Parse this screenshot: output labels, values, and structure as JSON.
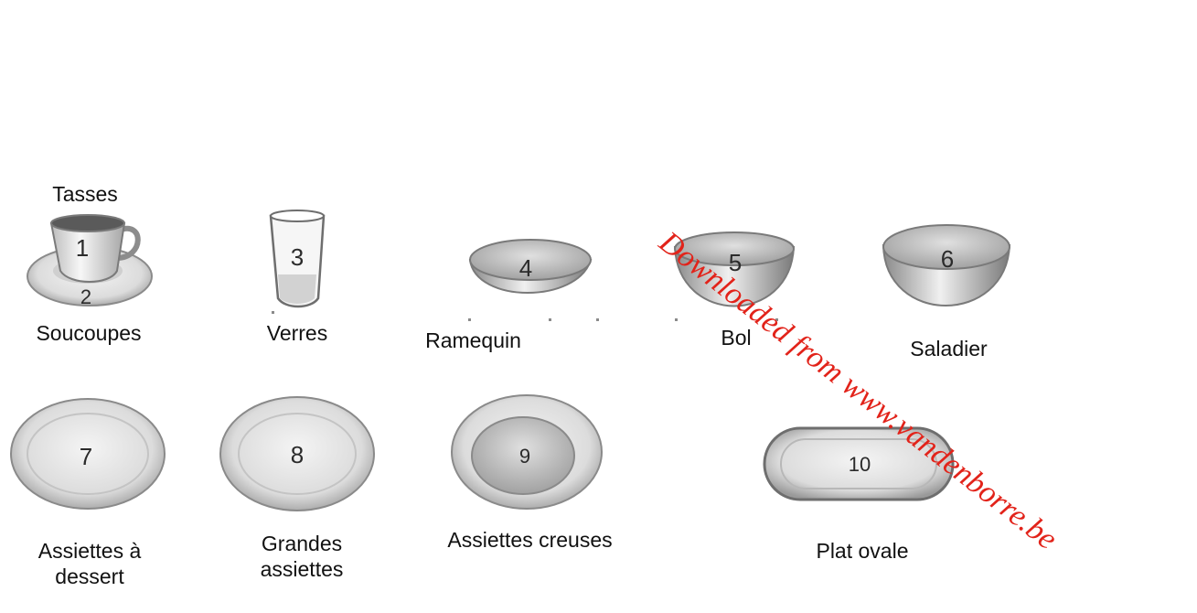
{
  "items": {
    "tasses": "Tasses",
    "soucoupes": "Soucoupes",
    "verres": "Verres",
    "ramequin": "Ramequin",
    "bol": "Bol",
    "saladier": "Saladier",
    "assiettes_dessert": "Assiettes à dessert",
    "grandes_assiettes": "Grandes assiettes",
    "assiettes_creuses": "Assiettes creuses",
    "plat_ovale": "Plat ovale"
  },
  "numbers": [
    "1",
    "2",
    "3",
    "4",
    "5",
    "6",
    "7",
    "8",
    "9",
    "10"
  ],
  "watermark": "Downloaded from www.vandenborre.be",
  "colors": {
    "watermark": "#e2231a",
    "dish_light": "#f2f2f2",
    "dish_dark": "#8c8c8c"
  }
}
